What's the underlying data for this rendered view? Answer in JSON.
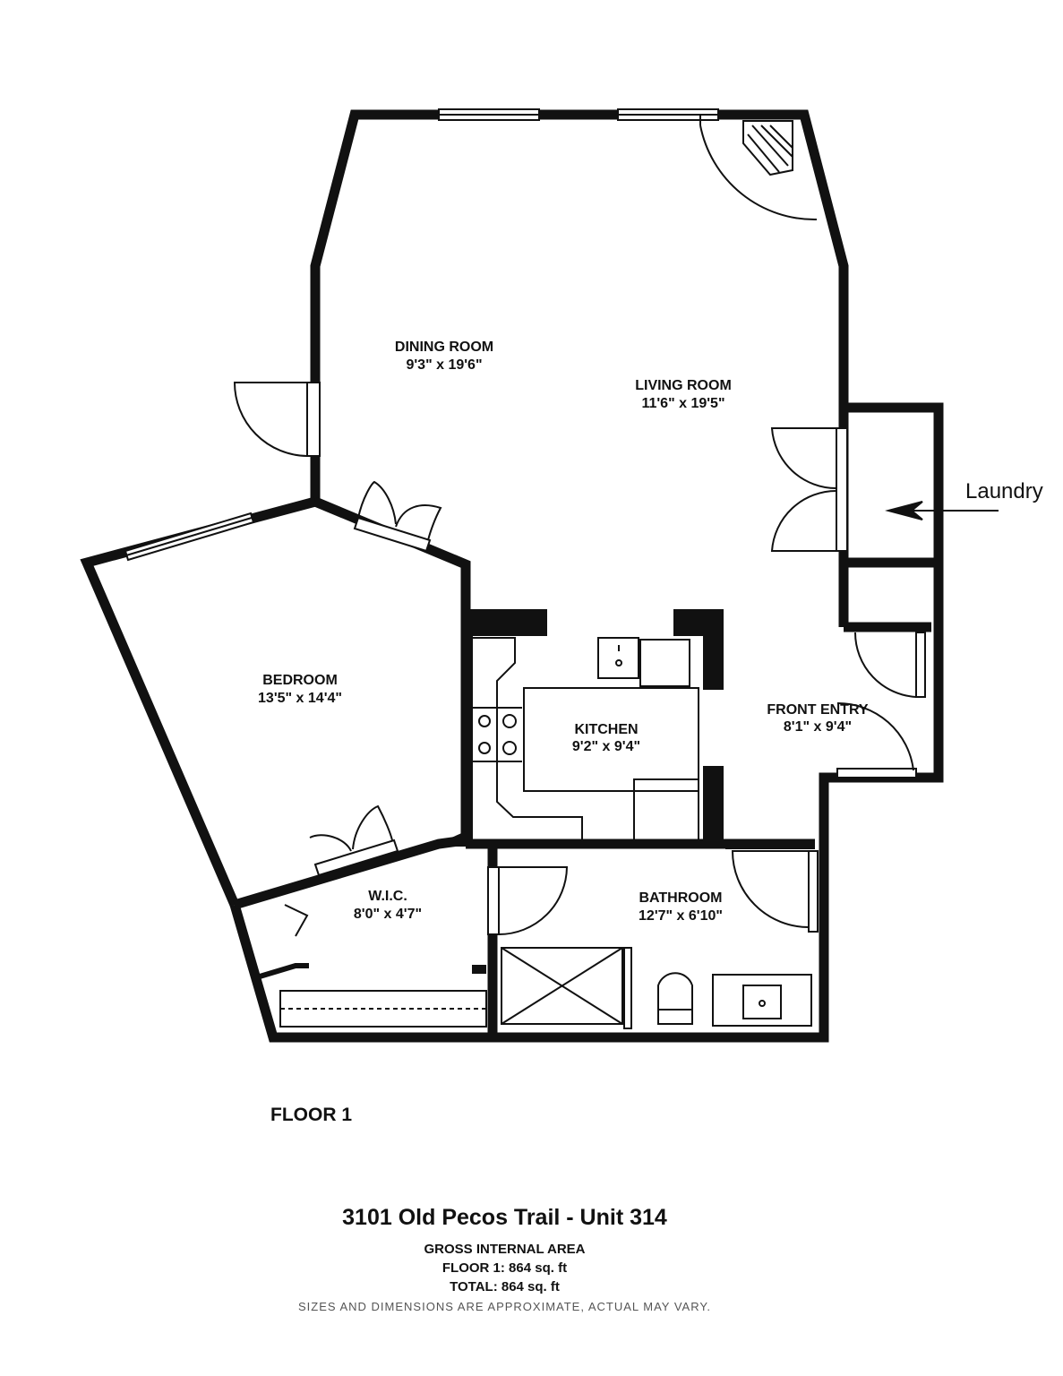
{
  "rooms": [
    {
      "name": "DINING ROOM",
      "dims": "9'3\" x 19'6\""
    },
    {
      "name": "LIVING ROOM",
      "dims": "11'6\" x 19'5\""
    },
    {
      "name": "BEDROOM",
      "dims": "13'5\" x 14'4\""
    },
    {
      "name": "KITCHEN",
      "dims": "9'2\" x 9'4\""
    },
    {
      "name": "FRONT ENTRY",
      "dims": "8'1\" x 9'4\""
    },
    {
      "name": "W.I.C.",
      "dims": "8'0\" x 4'7\""
    },
    {
      "name": "BATHROOM",
      "dims": "12'7\" x 6'10\""
    }
  ],
  "annotation": {
    "laundry": "Laundry"
  },
  "floor_label": "FLOOR 1",
  "footer": {
    "address": "3101 Old Pecos Trail - Unit 314",
    "area_heading": "GROSS INTERNAL AREA",
    "floor_area": "FLOOR 1: 864 sq. ft",
    "total_area": "TOTAL: 864 sq. ft",
    "disclaimer": "SIZES AND DIMENSIONS ARE APPROXIMATE, ACTUAL MAY VARY."
  }
}
